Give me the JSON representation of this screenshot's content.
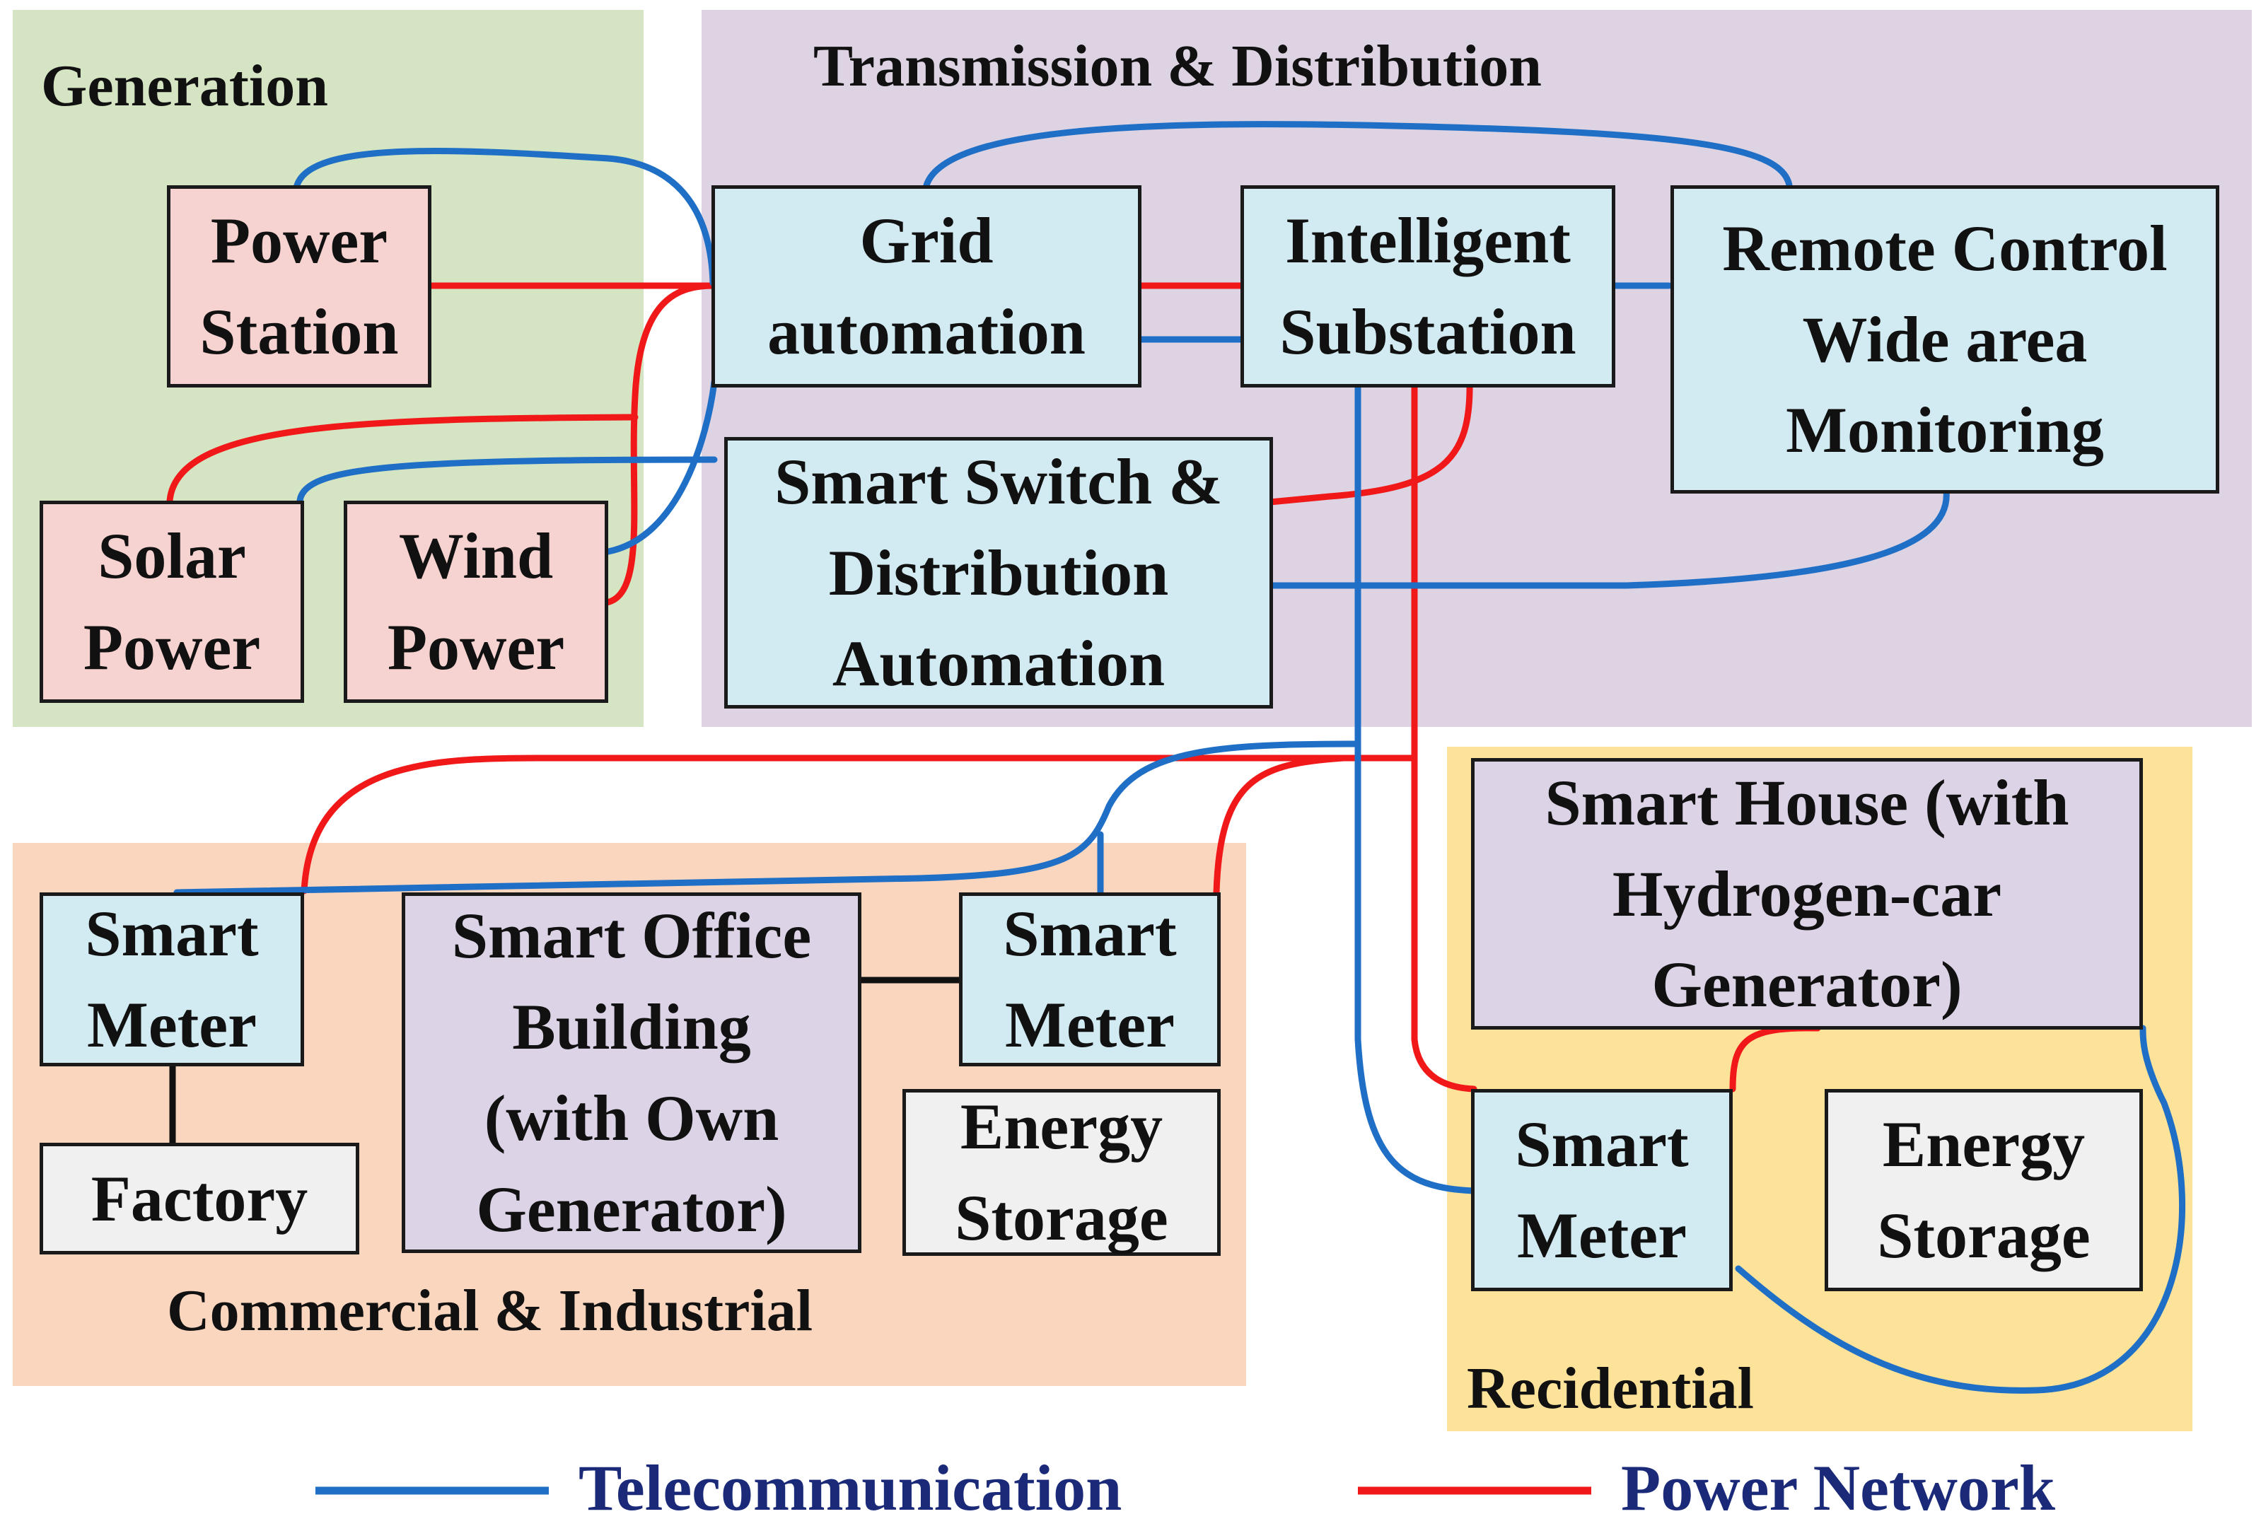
{
  "regions": {
    "generation": "Generation",
    "transmission": "Transmission & Distribution",
    "commercial": "Commercial & Industrial",
    "residential": "Recidential"
  },
  "nodes": {
    "power_station": "Power\nStation",
    "solar_power": "Solar\nPower",
    "wind_power": "Wind\nPower",
    "grid_automation": "Grid\nautomation",
    "intelligent_substation": "Intelligent\nSubstation",
    "remote_control": "Remote Control\nWide area\nMonitoring",
    "smart_switch": "Smart Switch &\nDistribution\nAutomation",
    "smart_meter_left": "Smart\nMeter",
    "factory": "Factory",
    "smart_office": "Smart Office\nBuilding\n(with Own\nGenerator)",
    "smart_meter_mid": "Smart\nMeter",
    "energy_storage_ci": "Energy\nStorage",
    "smart_house": "Smart House (with\nHydrogen-car\nGenerator)",
    "smart_meter_res": "Smart\nMeter",
    "energy_storage_res": "Energy\nStorage"
  },
  "legend": {
    "telecom": "Telecommunication",
    "power": "Power Network"
  },
  "colors": {
    "telecom": "#1f6fc6",
    "power": "#f01818",
    "generation_bg": "#d5e4c2",
    "transmission_bg": "#ddd3e3",
    "commercial_bg": "#fbd6bf",
    "residential_bg": "#fde39a"
  }
}
